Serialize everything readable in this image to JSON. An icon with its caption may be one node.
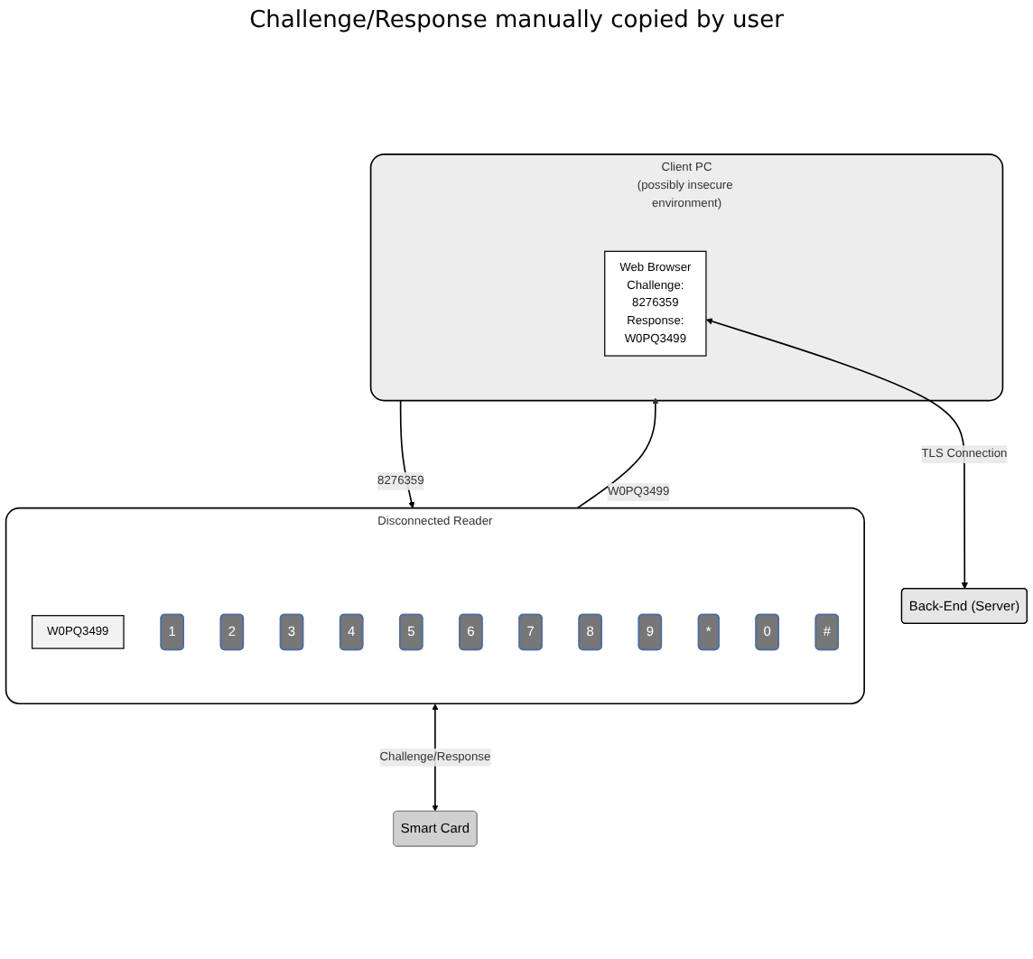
{
  "diagram": {
    "nodes": [
      {
        "text": [
          "Client PC",
          "(possibly insecure environment)"
        ]
      },
      {
        "text": [
          "Web Browser",
          "Challenge:",
          "8276359",
          "Response:",
          "W0PQ3499"
        ],
        "in": 0
      },
      {
        "text": [
          "Back-End (Server)"
        ]
      },
      {
        "text": [
          "Disconnected Reader"
        ]
      },
      {
        "text": [
          "W0PQ3499"
        ],
        "in": 3
      },
      {
        "text": [
          "1"
        ],
        "in": 3
      },
      {
        "text": [
          "2"
        ],
        "in": 3
      },
      {
        "text": [
          "3"
        ],
        "in": 3
      },
      {
        "text": [
          "4"
        ],
        "in": 3
      },
      {
        "text": [
          "5"
        ],
        "in": 3
      },
      {
        "text": [
          "6"
        ],
        "in": 3
      },
      {
        "text": [
          "7"
        ],
        "in": 3
      },
      {
        "text": [
          "8"
        ],
        "in": 3
      },
      {
        "text": [
          "9"
        ],
        "in": 3
      },
      {
        "text": [
          "*"
        ],
        "in": 3
      },
      {
        "text": [
          "0"
        ],
        "in": 3
      },
      {
        "text": [
          "#"
        ],
        "in": 3
      },
      {
        "text": [
          "Smart Card"
        ]
      }
    ],
    "edges": [
      {
        "from": 1,
        "to": 2,
        "arrow": "both",
        "label": "TLS Connection"
      },
      {
        "from": 0,
        "to": 3,
        "arrow": "to",
        "label": "8276359"
      },
      {
        "from": 3,
        "to": 0,
        "arrow": "to",
        "label": "W0PQ3499"
      },
      {
        "from": 3,
        "to": 17,
        "arrow": "both",
        "label": "Challenge/Response"
      }
    ],
    "labels": [
      "Challenge/Response manually copied by user"
    ]
  }
}
